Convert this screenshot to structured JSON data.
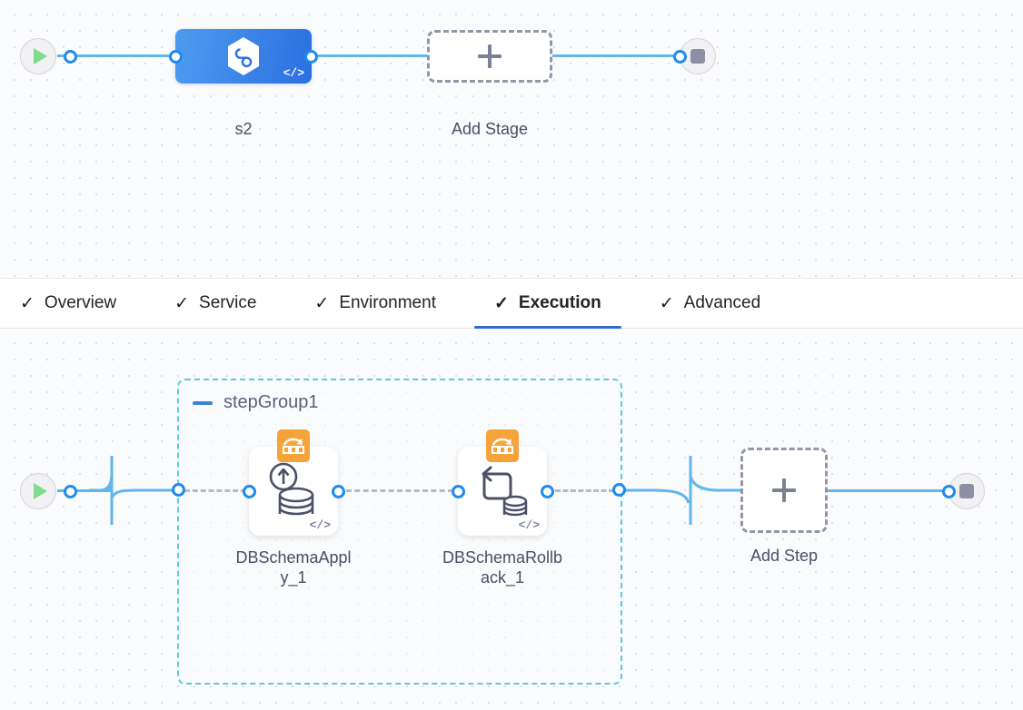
{
  "pipeline": {
    "top_graph": {
      "start_node": {
        "name": "start-node",
        "icon": "play-icon"
      },
      "stage": {
        "label": "s2",
        "icon": "harness-hex-icon",
        "code_icon": "code-icon"
      },
      "add_stage": {
        "label": "Add Stage",
        "icon": "plus-icon"
      },
      "stop_node": {
        "name": "stop-node",
        "icon": "stop-icon"
      }
    },
    "tabs": [
      {
        "label": "Overview",
        "check": "✓",
        "active": false
      },
      {
        "label": "Service",
        "check": "✓",
        "active": false
      },
      {
        "label": "Environment",
        "check": "✓",
        "active": false
      },
      {
        "label": "Execution",
        "check": "✓",
        "active": true
      },
      {
        "label": "Advanced",
        "check": "✓",
        "active": false
      }
    ],
    "execution_graph": {
      "start_node": {
        "name": "start-node",
        "icon": "play-icon"
      },
      "step_group": {
        "label": "stepGroup1",
        "collapse_icon": "minus-icon",
        "steps": [
          {
            "label": "DBSchemaApply_1",
            "icon": "db-schema-apply-icon",
            "badge": "flyway-badge-icon",
            "code_icon": "code-icon"
          },
          {
            "label": "DBSchemaRollback_1",
            "icon": "db-schema-rollback-icon",
            "badge": "flyway-badge-icon",
            "code_icon": "code-icon"
          }
        ]
      },
      "add_step": {
        "label": "Add Step",
        "icon": "plus-icon"
      },
      "stop_node": {
        "name": "stop-node",
        "icon": "stop-icon"
      }
    }
  },
  "colors": {
    "wire": "#61b6ee",
    "port": "#1f8ced",
    "stage_blue_from": "#4e9cf0",
    "stage_blue_to": "#2b6fe0",
    "group_border": "#5ec8e4",
    "active_tab_underline": "#2f6ad4",
    "badge_orange": "#f5a43c",
    "play_green": "#7ddc8d"
  }
}
